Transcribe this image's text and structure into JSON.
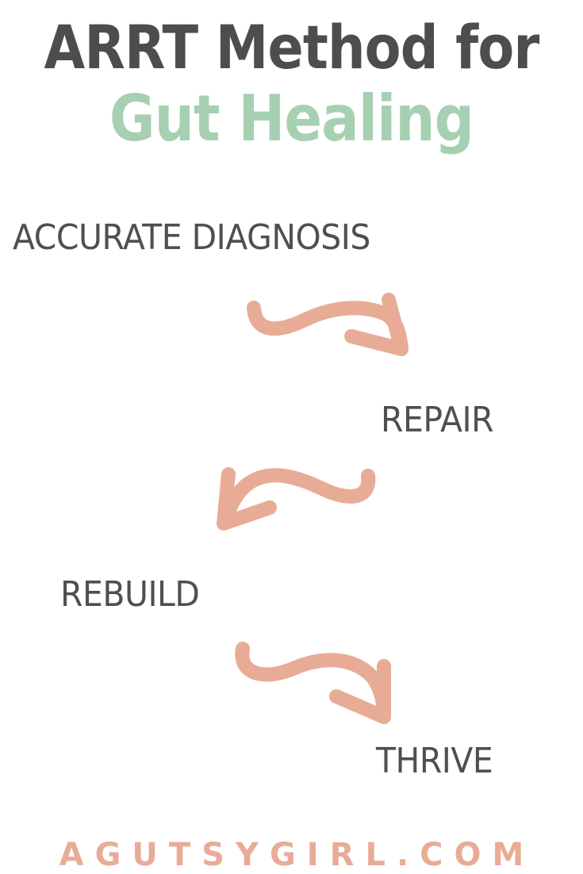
{
  "title": {
    "line1": "ARRT Method for",
    "line2": "Gut Healing"
  },
  "steps": [
    {
      "label": "ACCURATE DIAGNOSIS"
    },
    {
      "label": "REPAIR"
    },
    {
      "label": "REBUILD"
    },
    {
      "label": "THRIVE"
    }
  ],
  "arrows": [
    {
      "from": "ACCURATE DIAGNOSIS",
      "to": "REPAIR",
      "icon": "wavy-arrow-right-icon"
    },
    {
      "from": "REPAIR",
      "to": "REBUILD",
      "icon": "wavy-arrow-left-icon"
    },
    {
      "from": "REBUILD",
      "to": "THRIVE",
      "icon": "wavy-arrow-right-icon"
    }
  ],
  "footer": {
    "text": "AGUTSYGIRL.COM"
  },
  "colors": {
    "title_dark": "#4d4d4d",
    "title_accent": "#a6d0b1",
    "step_text": "#4f4f4f",
    "arrow": "#e8ac96",
    "footer": "#e8ac96",
    "background": "#ffffff"
  }
}
